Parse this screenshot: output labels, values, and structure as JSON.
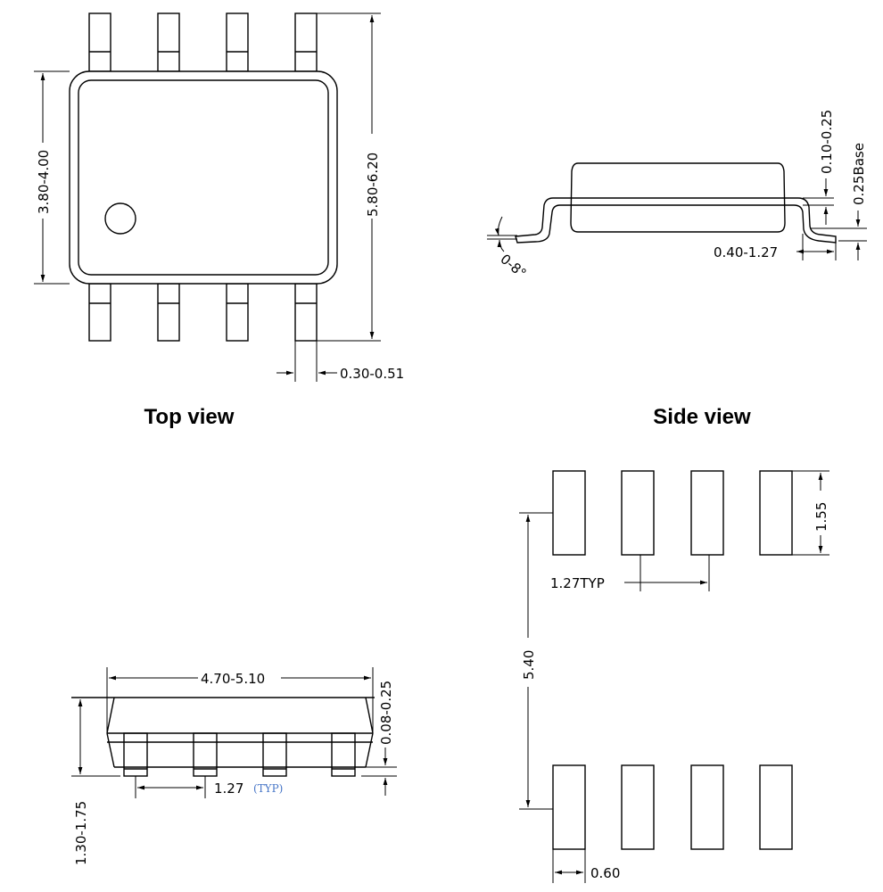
{
  "top_view": {
    "title": "Top view",
    "dims": {
      "body_width": "3.80-4.00",
      "overall_width": "5.80-6.20",
      "lead_width": "0.30-0.51"
    }
  },
  "side_view": {
    "title": "Side view",
    "dims": {
      "standoff": "0.10-0.25",
      "lead_thickness": "0.25Base",
      "foot_length": "0.40-1.27",
      "angle": "0-8°"
    }
  },
  "front_view": {
    "dims": {
      "length": "4.70-5.10",
      "height": "1.30-1.75",
      "standoff": "0.08-0.25",
      "pitch": "1.27",
      "pitch_note": "(TYP)"
    }
  },
  "footprint": {
    "dims": {
      "pad_length": "1.55",
      "pitch": "1.27TYP",
      "row_span": "5.40",
      "pad_width": "0.60"
    }
  }
}
